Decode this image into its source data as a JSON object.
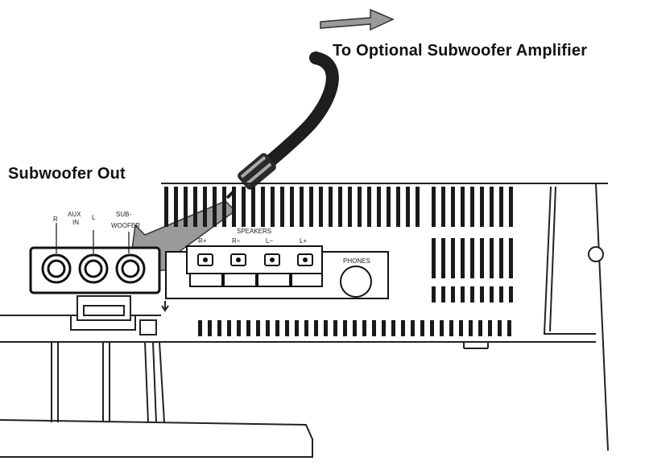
{
  "callouts": {
    "amplifier": "To Optional Subwoofer Amplifier",
    "subwoofer_out": "Subwoofer Out"
  },
  "jack_panel": {
    "right": "R",
    "aux_top": "AUX",
    "aux_bottom": "IN",
    "left": "L",
    "sub_top": "SUB-",
    "sub_bottom": "WOOFER"
  },
  "speakers": {
    "title": "SPEAKERS",
    "terminals": [
      "R+",
      "R−",
      "L−",
      "L+"
    ]
  },
  "phones": "PHONES"
}
